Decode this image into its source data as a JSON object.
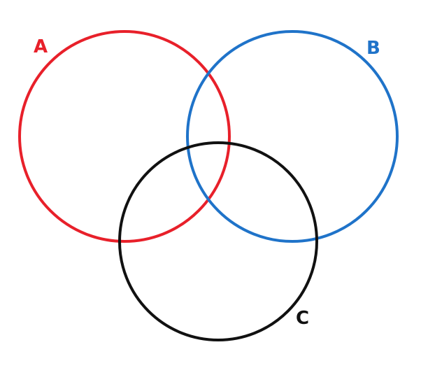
{
  "diagram": {
    "type": "venn",
    "sets": [
      {
        "id": "A",
        "label": "A",
        "color": "#e8202a"
      },
      {
        "id": "B",
        "label": "B",
        "color": "#1f73c9"
      },
      {
        "id": "C",
        "label": "C",
        "color": "#111111"
      }
    ],
    "background": "#ffffff"
  }
}
